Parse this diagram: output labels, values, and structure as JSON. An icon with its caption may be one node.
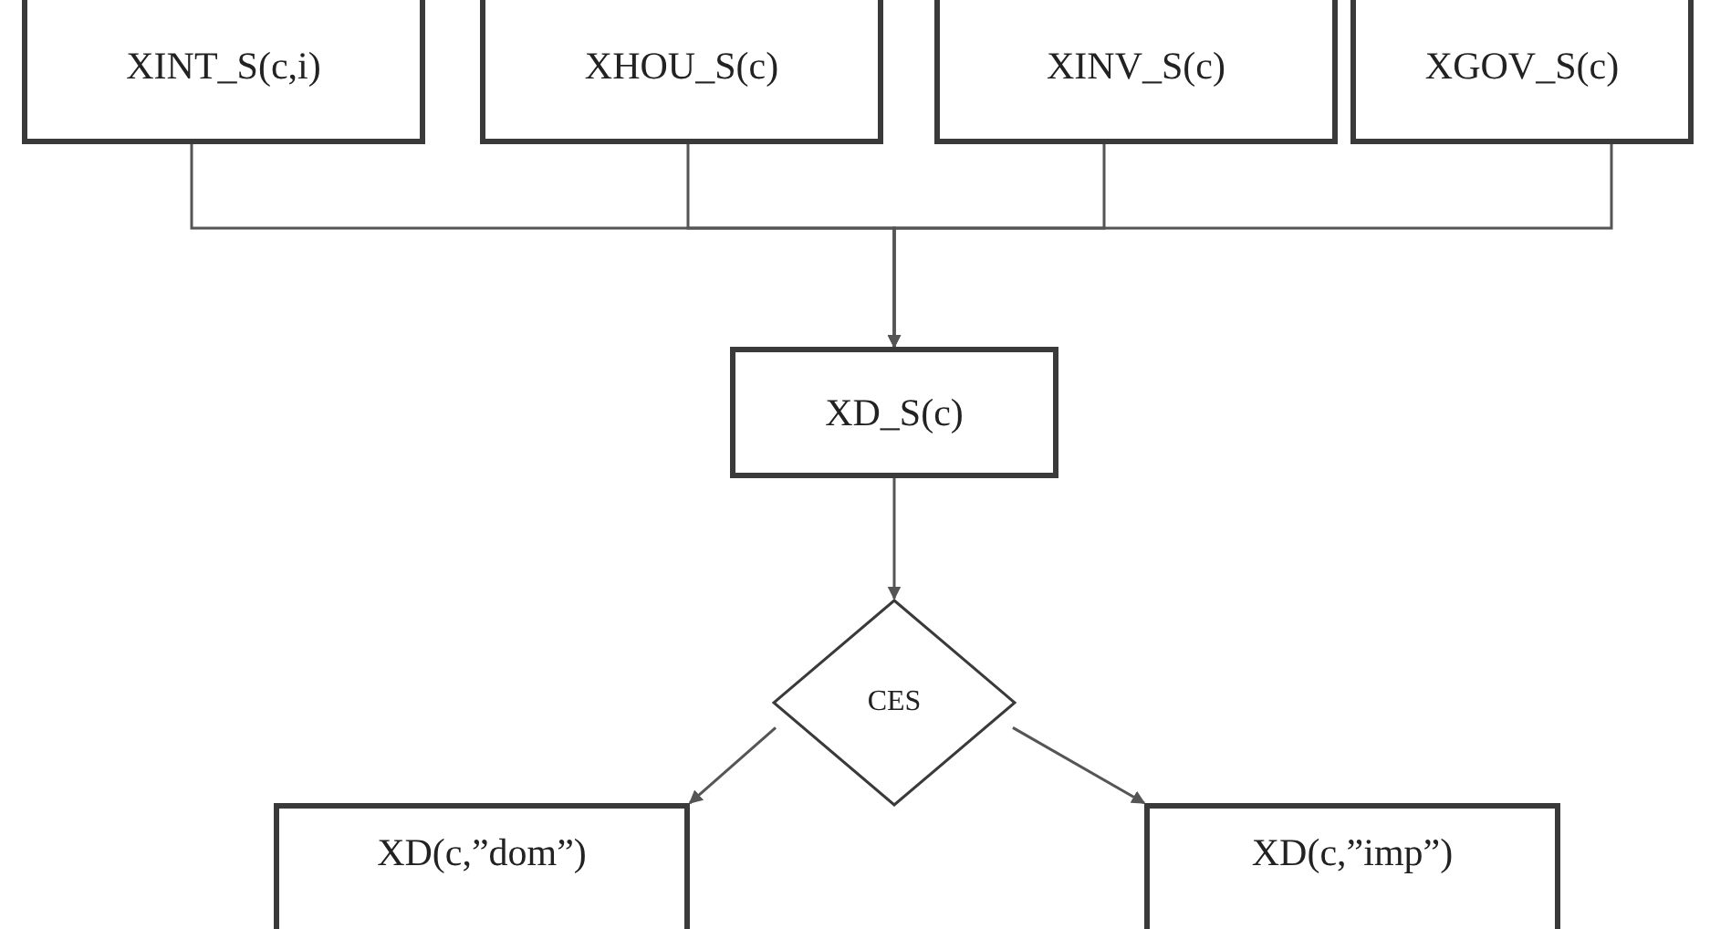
{
  "diagram": {
    "nodes": [
      {
        "text": [
          "XINT_S(c,i)"
        ]
      },
      {
        "text": [
          "XHOU_S(c)"
        ]
      },
      {
        "text": [
          "XINV_S(c)"
        ]
      },
      {
        "text": [
          "XGOV_S(c)"
        ]
      },
      {
        "text": [
          "XD_S(c)"
        ]
      },
      {
        "text": [
          "CES"
        ]
      },
      {
        "text": [
          "XD(c,”dom”)"
        ]
      },
      {
        "text": [
          "XD(c,”imp”)"
        ]
      }
    ],
    "edges": [
      {
        "from": 0,
        "to": 4,
        "arrow": "to"
      },
      {
        "from": 1,
        "to": 4,
        "arrow": "to"
      },
      {
        "from": 2,
        "to": 4,
        "arrow": "to"
      },
      {
        "from": 3,
        "to": 4,
        "arrow": "to"
      },
      {
        "from": 4,
        "to": 5,
        "arrow": "to"
      },
      {
        "from": 5,
        "to": 6,
        "arrow": "to"
      },
      {
        "from": 5,
        "to": 7,
        "arrow": "to"
      }
    ]
  }
}
